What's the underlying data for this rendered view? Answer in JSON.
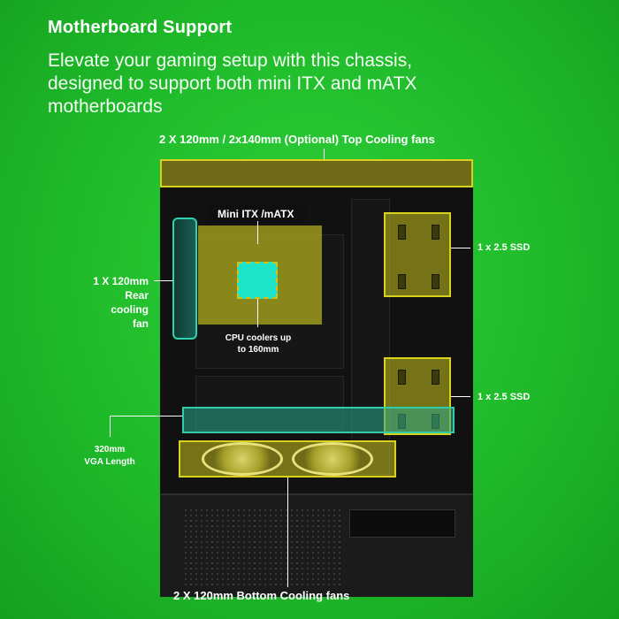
{
  "header": {
    "title": "Motherboard Support",
    "subtitle": "Elevate your gaming setup with this chassis, designed to support both mini ITX and mATX motherboards"
  },
  "callouts": {
    "top_fans": "2 X 120mm / 2x140mm  (Optional) Top Cooling fans",
    "motherboard": "Mini ITX /mATX",
    "cpu_cooler": "CPU coolers up to 160mm",
    "ssd_top": "1 x 2.5 SSD",
    "ssd_bottom": "1 x 2.5 SSD",
    "rear_fan_line1": "1 X 120mm",
    "rear_fan_line2": "Rear",
    "rear_fan_line3": "cooling",
    "rear_fan_line4": "fan",
    "vga_line1": "320mm",
    "vga_line2": "VGA Length",
    "bottom_fans": "2 X 120mm  Bottom Cooling fans"
  },
  "colors": {
    "background": "#1fba2a",
    "highlight_yellow": "#d8d21e",
    "highlight_teal": "#33ccaa",
    "case": "#111111"
  }
}
